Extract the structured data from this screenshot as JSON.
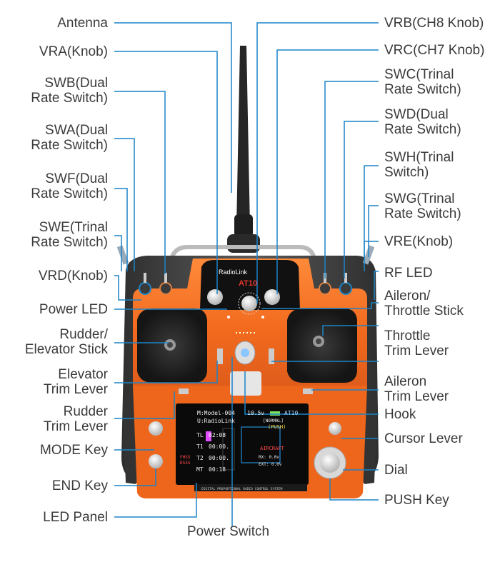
{
  "colors": {
    "body": "#f26a1e",
    "body_dark": "#c4500e",
    "frame": "#4a4a4a",
    "leader": "#1b84c7",
    "screen_bg": "#0a0a0a",
    "label_text": "#3b3b3b"
  },
  "labels": {
    "antenna": "Antenna",
    "vra": "VRA(Knob)",
    "swb": [
      "SWB(Dual",
      "Rate Switch)"
    ],
    "swa": [
      "SWA(Dual",
      "Rate Switch)"
    ],
    "swf": [
      "SWF(Dual",
      "Rate Switch)"
    ],
    "swe": [
      "SWE(Trinal",
      "Rate Switch)"
    ],
    "vrd": "VRD(Knob)",
    "power_led": "Power LED",
    "rudder_elev_stick": [
      "Rudder/",
      "Elevator Stick"
    ],
    "elevator_trim": [
      "Elevator",
      "Trim Lever"
    ],
    "rudder_trim": [
      "Rudder",
      "Trim Lever"
    ],
    "mode_key": "MODE Key",
    "end_key": "END Key",
    "led_panel": "LED Panel",
    "power_switch": "Power Switch",
    "vrb": "VRB(CH8 Knob)",
    "vrc": "VRC(CH7 Knob)",
    "swc": [
      "SWC(Trinal",
      "Rate Switch)"
    ],
    "swd": [
      "SWD(Dual",
      "Rate Switch)"
    ],
    "swh": [
      "SWH(Trinal",
      "Switch)"
    ],
    "swg": [
      "SWG(Trinal",
      "Rate Switch)"
    ],
    "vre": "VRE(Knob)",
    "rf_led": "RF LED",
    "aileron_throttle_stick": [
      "Aileron/",
      "Throttle Stick"
    ],
    "throttle_trim": [
      "Throttle",
      "Trim Lever"
    ],
    "aileron_trim": [
      "Aileron",
      "Trim Lever"
    ],
    "hook": "Hook",
    "cursor_lever": "Cursor Lever",
    "dial": "Dial",
    "push_key": "PUSH Key"
  },
  "device": {
    "brand": "RadioLink",
    "model_badge": "AT10",
    "screen": {
      "model_line": "M:Model-004",
      "user_line": "U:RadioLink",
      "voltage": "10.5v",
      "model_tag": "AT10",
      "mode_tag": "[NORMAL]",
      "push_hint": "(PUSH)",
      "timers": [
        {
          "name": "TL",
          "value": "02:08"
        },
        {
          "name": "T1",
          "value": "00:00."
        },
        {
          "name": "T2",
          "value": "00:00."
        },
        {
          "name": "MT",
          "value": "00:18"
        }
      ],
      "aircraft": "AIRCRAFT",
      "rx": "RX: 0.0v",
      "ext": "EXT: 0.0v",
      "fhss1": "FHSS",
      "fhss2": "DSSS",
      "bottom_caption": "DIGITAL PROPORTIONAL RADIO CONTROL SYSTEM"
    }
  }
}
